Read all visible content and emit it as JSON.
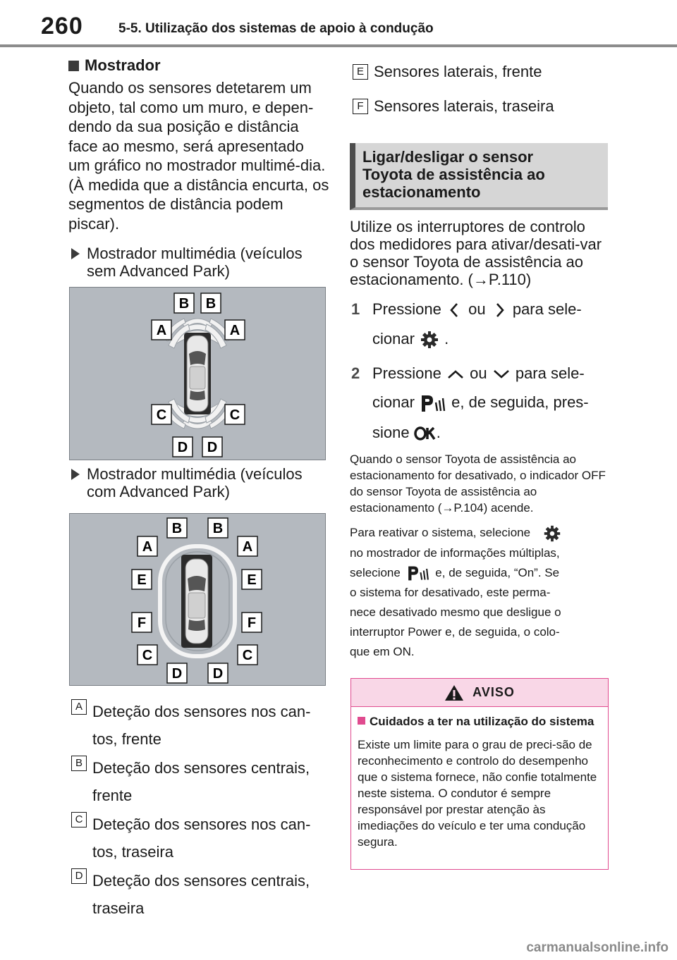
{
  "header": {
    "page_number": "260",
    "section_title": "5-5. Utilização dos sistemas de apoio à condução"
  },
  "display": {
    "title": "Mostrador",
    "body": "Quando os sensores detetarem um objeto, tal como um muro, e depen-dendo da sua posição e distância face ao mesmo, será apresentado um gráfico no mostrador multimé-dia. (À medida que a distância encurta, os segmentos de distância podem piscar).",
    "sub1": "Mostrador multimédia (veículos sem Advanced Park)",
    "sub2": "Mostrador multimédia (veículos com Advanced Park)"
  },
  "figure1": {
    "labels": [
      "B",
      "B",
      "A",
      "A",
      "C",
      "C",
      "D",
      "D"
    ]
  },
  "figure2": {
    "labels": [
      "B",
      "B",
      "A",
      "A",
      "E",
      "E",
      "F",
      "F",
      "C",
      "C",
      "D",
      "D"
    ]
  },
  "legend": [
    {
      "key": "A",
      "text": "Deteção dos sensores nos can-tos, frente"
    },
    {
      "key": "B",
      "text": "Deteção dos sensores centrais, frente"
    },
    {
      "key": "C",
      "text": "Deteção dos sensores nos can-tos, traseira"
    },
    {
      "key": "D",
      "text": "Deteção dos sensores centrais, traseira"
    },
    {
      "key": "E",
      "text": "Sensores laterais, frente"
    },
    {
      "key": "F",
      "text": "Sensores laterais, traseira"
    }
  ],
  "section2": {
    "title_line1": "Ligar/desligar o sensor",
    "title_line2": "Toyota de assistência ao",
    "title_line3": "estacionamento",
    "intro": "Utilize os interruptores de controlo dos medidores para ativar/desati-var o sensor Toyota de assistência ao estacionamento. (→P.110)",
    "step1_num": "1",
    "step1_a": "Pressione",
    "step1_or": "ou",
    "step1_b": "para sele-",
    "step1_c": "cionar",
    "step1_end": ".",
    "step2_num": "2",
    "step2_a": "Pressione",
    "step2_or": "ou",
    "step2_b": "para sele-",
    "step2_c": "cionar",
    "step2_d": "e, de seguida, pres-",
    "step2_e": "sione",
    "step2_end": ".",
    "note1": "Quando o sensor Toyota de assistência ao estacionamento for desativado, o indicador OFF do sensor Toyota de assistência ao estacionamento (→P.104) acende.",
    "note2_a": "Para reativar o sistema, selecione",
    "note2_b": "no mostrador de informações múltiplas,",
    "note2_c": "selecione",
    "note2_d": "e, de seguida, “On”. Se",
    "note2_e": "o sistema for desativado, este perma-",
    "note2_f": "nece desativado mesmo que desligue o",
    "note2_g": "interruptor Power e, de seguida, o colo-",
    "note2_h": "que em ON."
  },
  "warning": {
    "title": "AVISO",
    "subtitle": "Cuidados a ter na utilização do sistema",
    "body": "Existe um limite para o grau de preci-são de reconhecimento e controlo do desempenho que o sistema fornece, não confie totalmente neste sistema. O condutor é sempre responsável por prestar atenção às imediações do veículo e ter uma condução segura."
  },
  "footer": {
    "watermark": "carmanualsonline.info"
  },
  "icons": {
    "chevron_left": "chevron-left-icon",
    "chevron_right": "chevron-right-icon",
    "chevron_up": "chevron-up-icon",
    "chevron_down": "chevron-down-icon",
    "gear": "gear-icon",
    "parking_sensor": "parking-sensor-icon",
    "ok": "ok-icon",
    "warning": "warning-triangle-icon"
  },
  "colors": {
    "warning_accent": "#e04b8f",
    "figure_bg": "#b4b9bf"
  }
}
